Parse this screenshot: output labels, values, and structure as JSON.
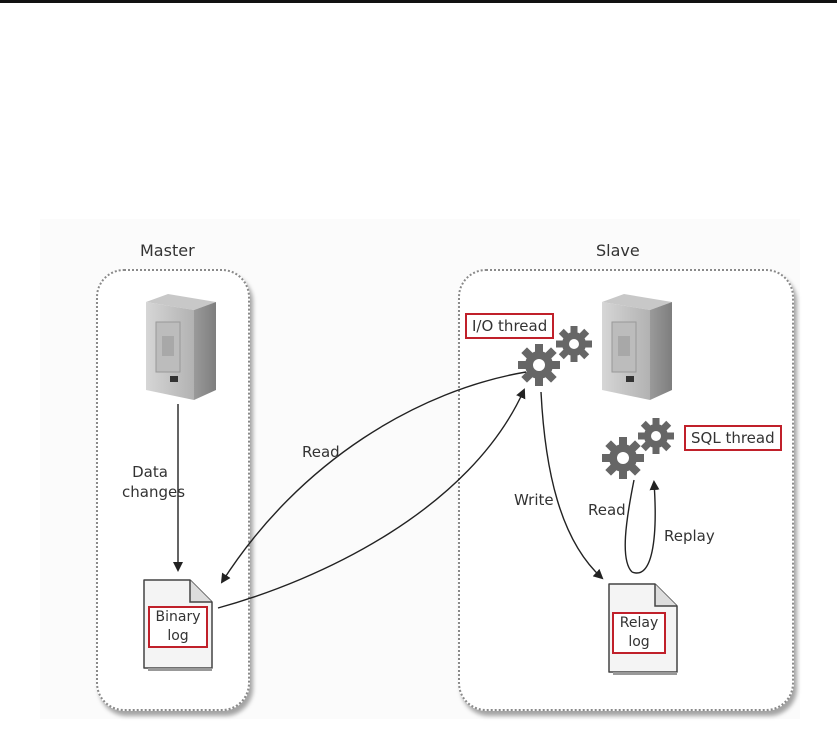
{
  "diagram": {
    "master": {
      "title": "Master",
      "data_changes_line1": "Data",
      "data_changes_line2": "changes",
      "binary_log_line1": "Binary",
      "binary_log_line2": "log"
    },
    "slave": {
      "title": "Slave",
      "io_thread": "I/O thread",
      "sql_thread": "SQL thread",
      "relay_log_line1": "Relay",
      "relay_log_line2": "log",
      "write_label": "Write",
      "read_label": "Read",
      "replay_label": "Replay"
    },
    "read_label": "Read",
    "colors": {
      "highlight": "#c0202a",
      "border": "#8a8a8a"
    }
  }
}
